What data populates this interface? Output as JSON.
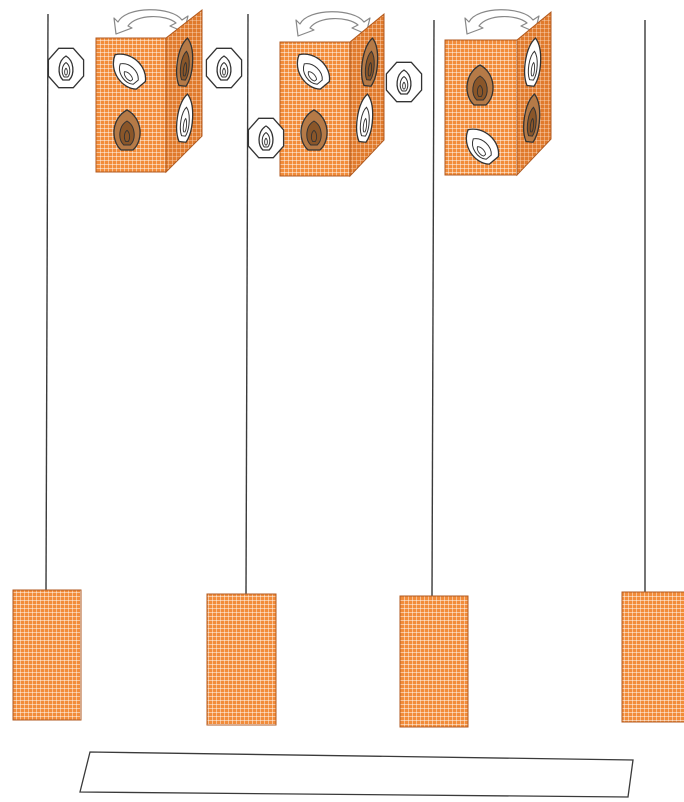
{
  "diagram": {
    "colors": {
      "background": "#ffffff",
      "line": "#3a3a3a",
      "block_fill": "#f28c3a",
      "block_grid": "#ffffff",
      "block_edge": "#b05a20",
      "side_fill": "#e07a2c",
      "oyster_brown": "#b57a47",
      "oyster_brown_inner": "#8a5629",
      "oyster_white": "#ffffff",
      "oyster_outline": "#333333",
      "arrow_fill": "#ffffff",
      "arrow_stroke": "#888888"
    },
    "panel": {
      "label": ""
    },
    "icons": {
      "rotate_arrow": "rotate-arrow-icon",
      "oyster_shell": "oyster-shell-icon",
      "hanging_weight": "weight-block-icon"
    },
    "hanging_lines": [
      {
        "id": "line-1"
      },
      {
        "id": "line-2"
      },
      {
        "id": "line-3"
      },
      {
        "id": "line-4"
      }
    ],
    "cages": [
      {
        "id": "cage-1",
        "front": [
          "white",
          "brown"
        ],
        "side": [
          "brown",
          "white"
        ],
        "loose": [
          "white",
          "white"
        ]
      },
      {
        "id": "cage-2",
        "front": [
          "white",
          "brown"
        ],
        "side": [
          "brown",
          "white"
        ],
        "loose": [
          "white",
          "white"
        ]
      },
      {
        "id": "cage-3",
        "front": [
          "brown",
          "white"
        ],
        "side": [
          "white",
          "brown"
        ],
        "loose": []
      }
    ]
  }
}
